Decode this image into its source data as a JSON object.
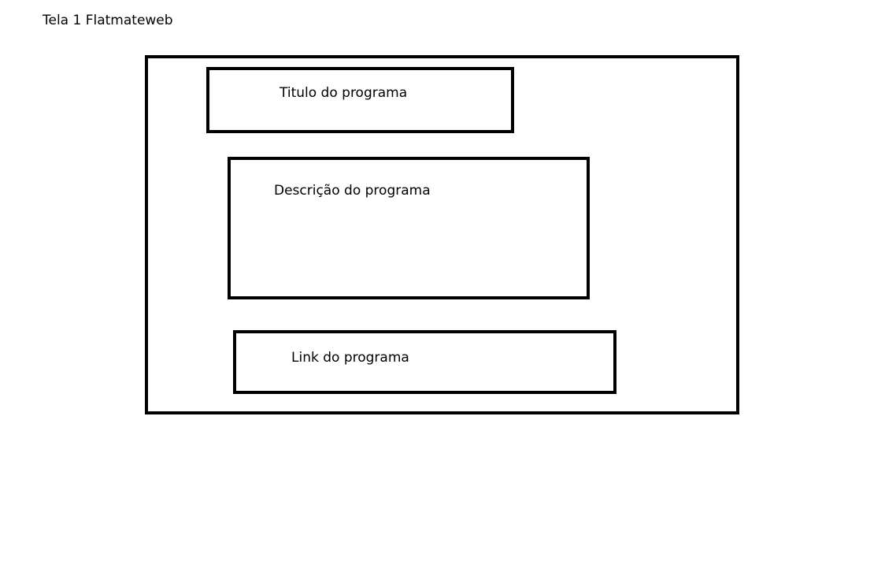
{
  "page": {
    "title": "Tela 1 Flatmateweb"
  },
  "wireframe": {
    "title_box": {
      "label": "Titulo do programa"
    },
    "description_box": {
      "label": "Descrição do programa"
    },
    "link_box": {
      "label": "Link do programa"
    }
  }
}
